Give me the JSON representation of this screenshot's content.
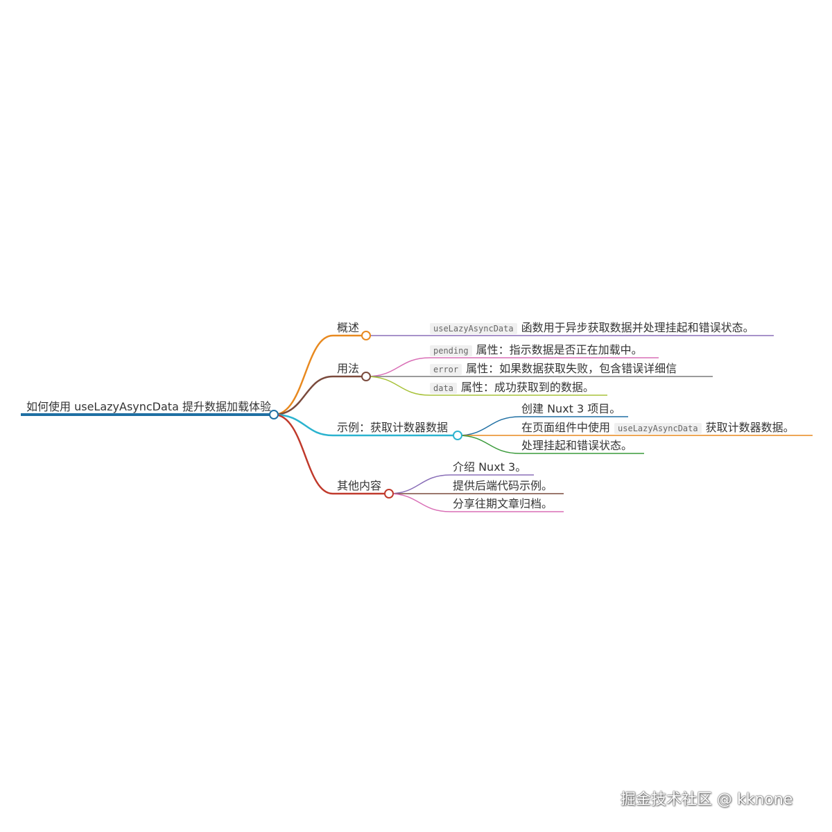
{
  "root": {
    "label": "如何使用 useLazyAsyncData 提升数据加载体验",
    "color": "#1f6fa3"
  },
  "branches": [
    {
      "label": "概述",
      "color": "#e8891f",
      "children": [
        {
          "code": "useLazyAsyncData",
          "text": "函数用于异步获取数据并处理挂起和错误状态。",
          "color": "#8a6fb8"
        }
      ]
    },
    {
      "label": "用法",
      "color": "#7a4a3c",
      "children": [
        {
          "code": "pending",
          "text": "属性：指示数据是否正在加载中。",
          "color": "#d96fb6"
        },
        {
          "code": "error",
          "text": "属性：如果数据获取失败，包含错误详细信",
          "color": "#7a7a7a"
        },
        {
          "code": "data",
          "text": "属性：成功获取到的数据。",
          "color": "#a8c23a"
        }
      ]
    },
    {
      "label": "示例：获取计数器数据",
      "color": "#2bb3cf",
      "children": [
        {
          "text": "创建 Nuxt 3 项目。",
          "color": "#1f6fa3"
        },
        {
          "prefix": "在页面组件中使用",
          "code": "useLazyAsyncData",
          "text": "获取计数器数据。",
          "color": "#e8891f"
        },
        {
          "text": "处理挂起和错误状态。",
          "color": "#3a9a3a"
        }
      ]
    },
    {
      "label": "其他内容",
      "color": "#c0392b",
      "children": [
        {
          "text": "介绍 Nuxt 3。",
          "color": "#8a6fb8"
        },
        {
          "text": "提供后端代码示例。",
          "color": "#7a4a3c"
        },
        {
          "text": "分享往期文章归档。",
          "color": "#d96fb6"
        }
      ]
    }
  ],
  "watermark": "掘金技术社区 @ kknone"
}
